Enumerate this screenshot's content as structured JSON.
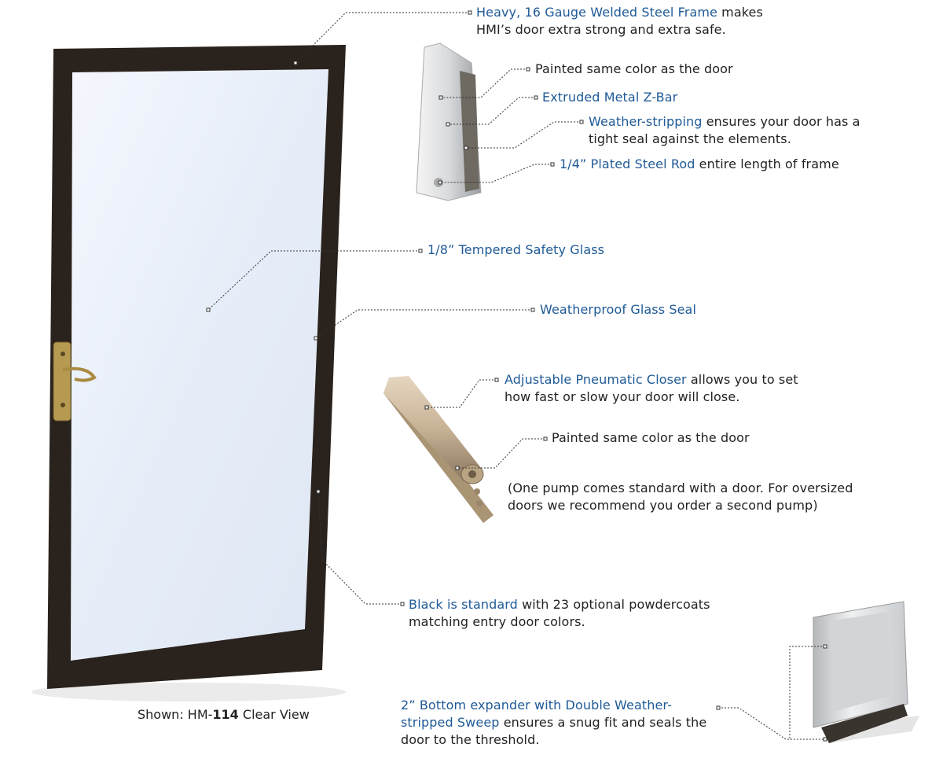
{
  "colors": {
    "highlight": "#1f5a96",
    "text": "#222222",
    "frame": "#2a221c",
    "glass": "#e8eef8"
  },
  "callouts": [
    {
      "id": "frame",
      "highlight": "Heavy, 16 Gauge Welded Steel Frame",
      "rest": " makes",
      "line2": "HMI’s door extra strong and extra safe."
    },
    {
      "id": "painted-zbar",
      "highlight": "",
      "rest": "Painted same color as the door"
    },
    {
      "id": "zbar",
      "highlight": "Extruded Metal Z-Bar",
      "rest": ""
    },
    {
      "id": "weatherstrip",
      "highlight": "Weather-stripping",
      "rest": " ensures your door has a",
      "line2": "tight seal against the elements."
    },
    {
      "id": "rod",
      "highlight": "1/4” Plated Steel Rod",
      "rest": " entire length of frame"
    },
    {
      "id": "glass",
      "highlight": "1/8” Tempered Safety Glass",
      "rest": ""
    },
    {
      "id": "seal",
      "highlight": "Weatherproof Glass Seal",
      "rest": ""
    },
    {
      "id": "closer",
      "highlight": "Adjustable Pneumatic Closer",
      "rest": " allows you to set",
      "line2": "how fast or slow your door will close."
    },
    {
      "id": "painted-closer",
      "highlight": "",
      "rest": "Painted same color as the door"
    },
    {
      "id": "pump-note",
      "highlight": "",
      "rest": "(One pump comes standard with a door.  For oversized",
      "line2": "doors we recommend you order a second pump)"
    },
    {
      "id": "color",
      "highlight": "Black is standard",
      "rest": " with 23 optional powdercoats",
      "line2": "matching entry door colors."
    },
    {
      "id": "sweep",
      "highlight": "2”  Bottom expander with Double Weather-",
      "line2_highlight": "stripped  Sweep",
      "line2": " ensures a snug fit and seals the",
      "line3": "door to the threshold."
    }
  ],
  "caption": {
    "prefix": "Shown: HM-",
    "model": "114",
    "suffix": " Clear View"
  }
}
